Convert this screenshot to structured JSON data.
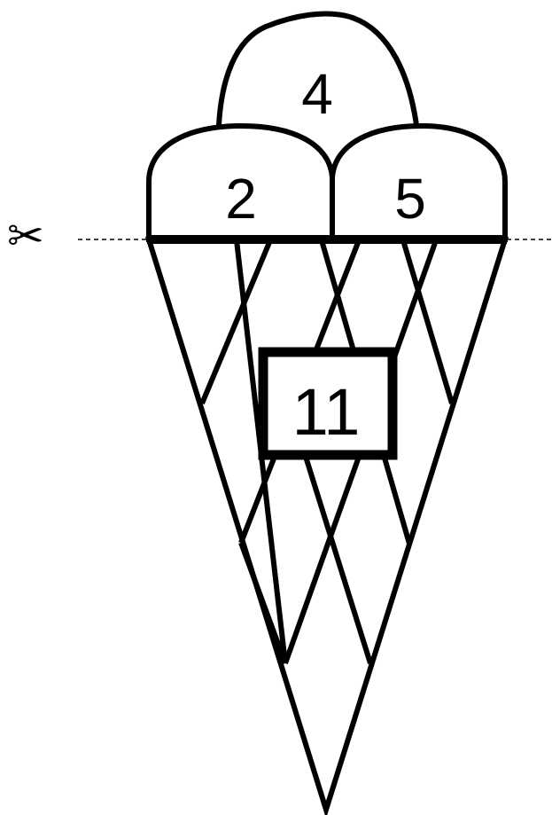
{
  "scoops": {
    "top": "4",
    "left": "2",
    "right": "5"
  },
  "cone_box": "11",
  "cut_icon": "scissors-icon",
  "cut_glyph": "✂",
  "colors": {
    "stroke": "#000000",
    "background": "#ffffff"
  }
}
